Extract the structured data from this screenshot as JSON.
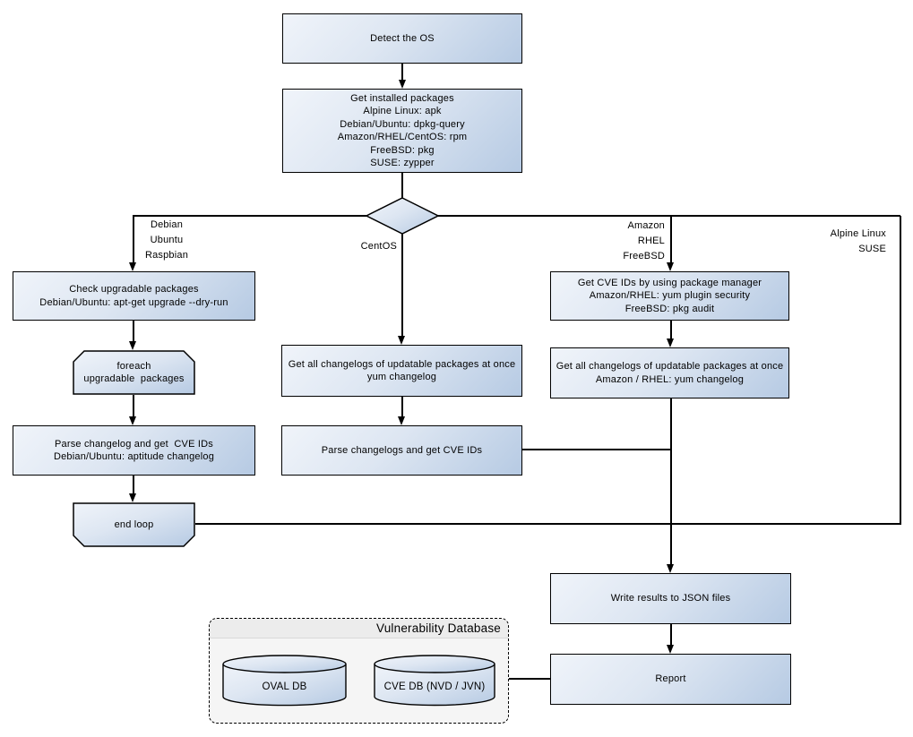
{
  "nodes": {
    "detect_os": "Detect the OS",
    "get_installed_packages": "Get installed packages\nAlpine Linux: apk\nDebian/Ubuntu: dpkg-query\nAmazon/RHEL/CentOS: rpm\nFreeBSD: pkg\nSUSE: zypper",
    "check_upgradable": "Check upgradable packages\nDebian/Ubuntu: apt-get upgrade --dry-run",
    "foreach_loop": "foreach\nupgradable  packages",
    "parse_changelog_deb": "Parse changelog and get  CVE IDs\nDebian/Ubuntu: aptitude changelog",
    "end_loop": "end loop",
    "get_changelogs_centos": "Get all changelogs of updatable packages at once\nyum changelog",
    "parse_changelogs_centos": "Parse changelogs and get CVE IDs",
    "get_cve_ids_pkg_manager": "Get CVE IDs by using package manager\nAmazon/RHEL: yum plugin security\nFreeBSD: pkg audit",
    "get_changelogs_amazon": "Get all changelogs of updatable packages at once\nAmazon / RHEL: yum changelog",
    "write_results": "Write results to JSON files",
    "report": "Report"
  },
  "branch_labels": {
    "debian_group": "Debian\nUbuntu\nRaspbian",
    "centos": "CentOS",
    "amazon_group": "Amazon\nRHEL\nFreeBSD",
    "alpine_group": "Alpine Linux\nSUSE"
  },
  "database": {
    "title": "Vulnerability Database",
    "oval_db": "OVAL DB",
    "cve_db": "CVE DB (NVD / JVN)"
  },
  "colors": {
    "node_fill_light": "#f0f4fa",
    "node_fill_dark": "#b6cae3",
    "border": "#000000",
    "panel_fill": "#f5f5f5",
    "panel_header_fill": "#ececec"
  }
}
